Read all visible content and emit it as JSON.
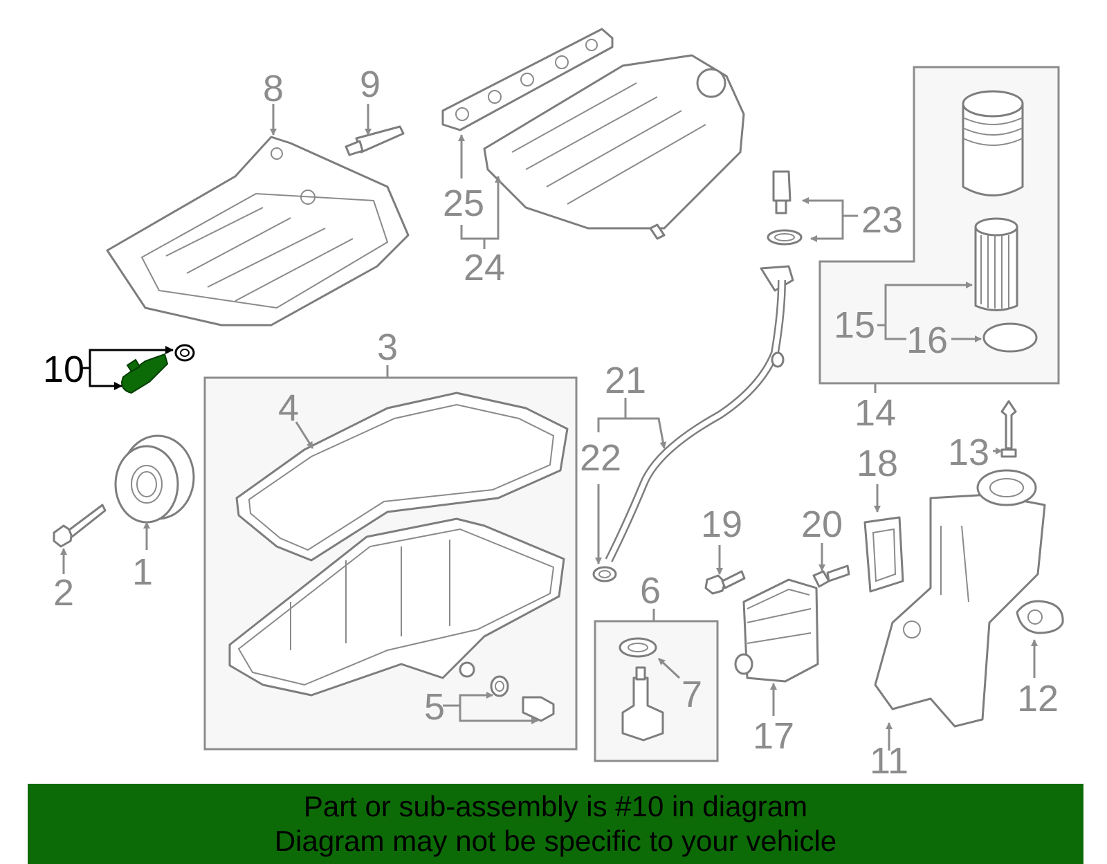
{
  "diagram": {
    "highlight_callout": "10",
    "callouts": [
      "1",
      "2",
      "3",
      "4",
      "5",
      "6",
      "7",
      "8",
      "9",
      "10",
      "11",
      "12",
      "13",
      "14",
      "15",
      "16",
      "17",
      "18",
      "19",
      "20",
      "21",
      "22",
      "23",
      "24",
      "25"
    ],
    "colors": {
      "highlight": "#0d6b07",
      "part_line": "#7d7d7d",
      "label": "#8c8c8c",
      "box_fill": "#f7f7f7"
    }
  },
  "banner": {
    "line1": "Part or sub-assembly is #10 in diagram",
    "line2": "Diagram may not be specific to your vehicle",
    "background": "#0d6b07"
  }
}
